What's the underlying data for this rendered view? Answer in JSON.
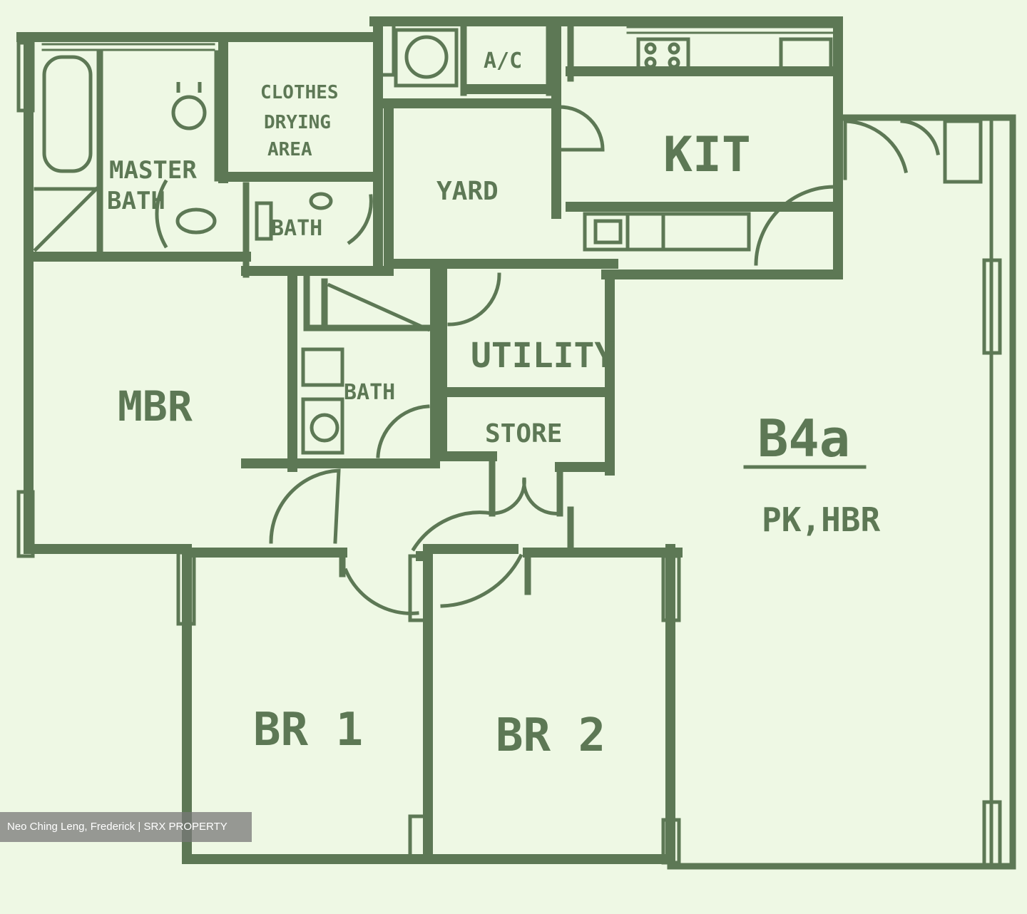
{
  "plan": {
    "unit_code": "B4a",
    "unit_type": "PK,HBR",
    "rooms": {
      "master_bath": [
        "MASTER",
        "BATH"
      ],
      "clothes_drying": [
        "CLOTHES",
        "DRYING",
        "AREA"
      ],
      "ac": "A/C",
      "kit": "KIT",
      "yard": "YARD",
      "bath_top": "BATH",
      "mbr": "MBR",
      "utility": "UTILITY",
      "bath_mid": "BATH",
      "store": "STORE",
      "br1": "BR 1",
      "br2": "BR 2"
    }
  },
  "watermark": "Neo Ching Leng, Frederick | SRX PROPERTY",
  "colors": {
    "background": "#eef8e4",
    "ink": "#5d7855"
  }
}
